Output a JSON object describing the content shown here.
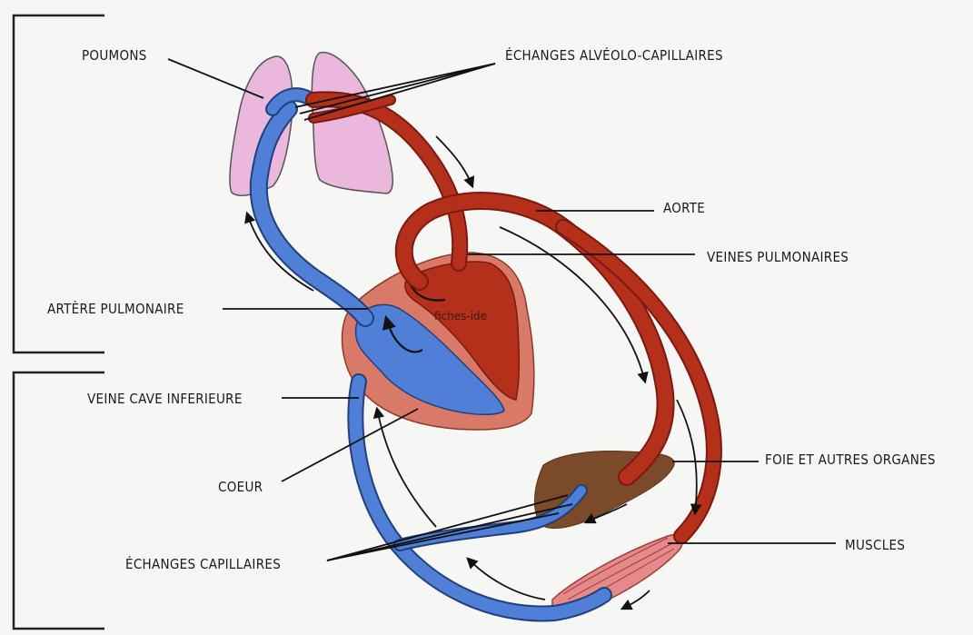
{
  "labels": {
    "poumons": "POUMONS",
    "echanges_alveolo": "ÉCHANGES ALVÉOLO-CAPILLAIRES",
    "aorte": "AORTE",
    "veines_pulmonaires": "VEINES PULMONAIRES",
    "artere_pulmonaire": "ARTÈRE PULMONAIRE",
    "veine_cave": "VEINE CAVE INFERIEURE",
    "coeur": "COEUR",
    "foie": "FOIE ET AUTRES ORGANES",
    "muscles": "MUSCLES",
    "echanges_capillaires": "ÉCHANGES CAPILLAIRES"
  },
  "watermark": "fiches-ide",
  "colors": {
    "arterial": "#b5301a",
    "venous": "#4f7fd6",
    "heart_outer": "#d97a68",
    "lung": "#e9b8dc",
    "liver": "#7a4a2a",
    "muscle": "#e48a8a"
  }
}
